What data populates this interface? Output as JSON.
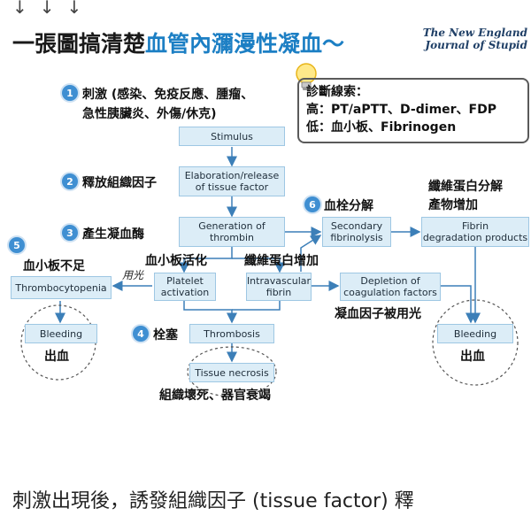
{
  "top_arrows": "↓↓↓",
  "title": {
    "part1": "一張圖搞清楚",
    "part2": "血管內瀰漫性凝血～"
  },
  "brand": {
    "line1": "The New England",
    "line2": "Journal of Stupid"
  },
  "diagnosis": {
    "heading": "診斷線索：",
    "high": "高：PT/aPTT、D-dimer、FDP",
    "low": "低：血小板、Fibrinogen"
  },
  "steps": {
    "s1": {
      "num": "1",
      "text_l1": "刺激 (感染、免疫反應、腫瘤、",
      "text_l2": "急性胰臟炎、外傷/休克)"
    },
    "s2": {
      "num": "2",
      "text": "釋放組織因子"
    },
    "s3": {
      "num": "3",
      "text": "產生凝血酶"
    },
    "s4": {
      "num": "4",
      "text": "栓塞"
    },
    "s5": {
      "num": "5",
      "text": "血小板不足"
    },
    "s6": {
      "num": "6",
      "text": "血栓分解"
    }
  },
  "boxes": {
    "stimulus": "Stimulus",
    "elaboration_l1": "Elaboration/release",
    "elaboration_l2": "of tissue factor",
    "generation_l1": "Generation of",
    "generation_l2": "thrombin",
    "secondary_l1": "Secondary",
    "secondary_l2": "fibrinolysis",
    "fibrin_l1": "Fibrin",
    "fibrin_l2": "degradation products",
    "thrombocytopenia": "Thrombocytopenia",
    "platelet_l1": "Platelet",
    "platelet_l2": "activation",
    "intravascular_l1": "Intravascular",
    "intravascular_l2": "fibrin",
    "depletion_l1": "Depletion of",
    "depletion_l2": "coagulation factors",
    "bleeding_left": "Bleeding",
    "thrombosis": "Thrombosis",
    "tissue_necrosis": "Tissue necrosis",
    "bleeding_right": "Bleeding"
  },
  "annotations": {
    "fdp_increase_l1": "纖維蛋白分解",
    "fdp_increase_l2": "產物增加",
    "platelet_activation": "血小板活化",
    "fibrin_increase": "纖維蛋白增加",
    "used_up": "用光",
    "factors_used": "凝血因子被用光",
    "bleed_left": "出血",
    "bleed_right": "出血",
    "necrosis": "組織壞死、器官衰竭"
  },
  "caption": "刺激出現後，誘發組織因子 (tissue factor) 釋"
}
